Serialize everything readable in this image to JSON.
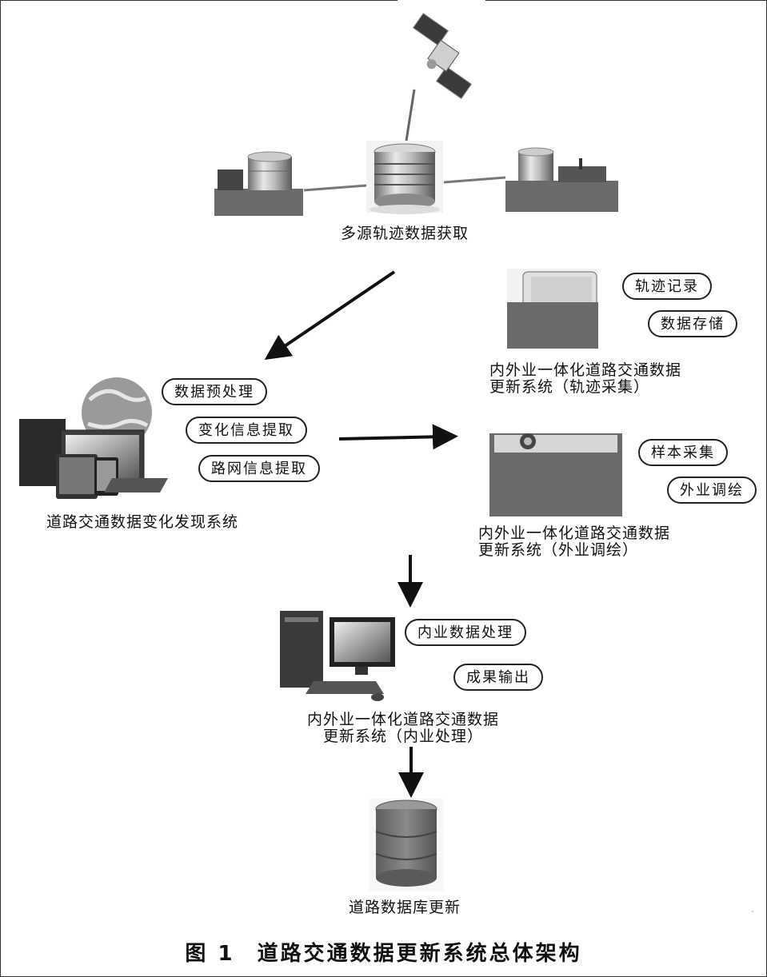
{
  "nodes": {
    "source_acquisition": "多源轨迹数据获取",
    "change_detection": "道路交通数据变化发现系统",
    "trajectory_collection": [
      "内外业一体化道路交通数据",
      "更新系统（轨迹采集）"
    ],
    "field_survey": [
      "内外业一体化道路交通数据",
      "更新系统（外业调绘）"
    ],
    "office_processing": [
      "内外业一体化道路交通数据",
      "更新系统（内业处理）"
    ],
    "database_update": "道路数据库更新"
  },
  "functions": {
    "change_detection": [
      "数据预处理",
      "变化信息提取",
      "路网信息提取"
    ],
    "trajectory_collection": [
      "轨迹记录",
      "数据存储"
    ],
    "field_survey": [
      "样本采集",
      "外业调绘"
    ],
    "office_processing": [
      "内业数据处理",
      "成果输出"
    ]
  },
  "caption": {
    "number": "图 1",
    "title": "道路交通数据更新系统总体架构"
  },
  "icons": [
    "satellite-icon",
    "database-server-icon",
    "vehicle-icon",
    "globe-devices-icon",
    "tablet-icon",
    "desktop-computer-icon",
    "database-icon"
  ]
}
